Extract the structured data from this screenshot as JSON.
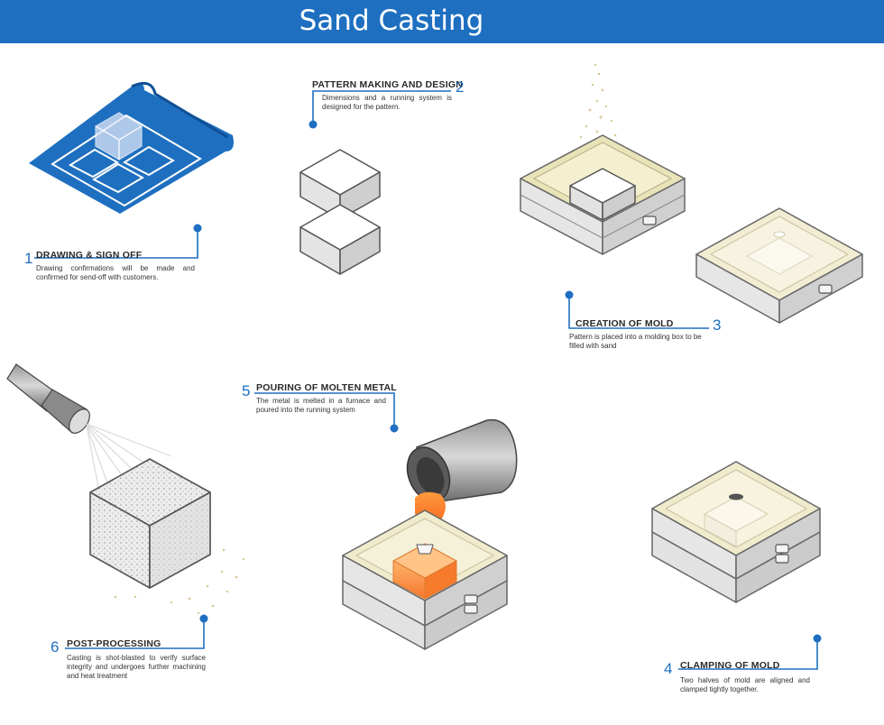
{
  "title": "Sand Casting",
  "colors": {
    "accent": "#1e6fc0",
    "sand": "#efe9c8",
    "metal": "#f26522",
    "box": "#e8e8e8"
  },
  "steps": [
    {
      "number": "1",
      "title": "DRAWING & SIGN OFF",
      "description": "Drawing confirmations will be made and confirmed for send-off with customers."
    },
    {
      "number": "2",
      "title": "PATTERN MAKING AND DESIGN",
      "description": "Dimensions and a running system is designed for the pattern."
    },
    {
      "number": "3",
      "title": "CREATION OF MOLD",
      "description": "Pattern is placed into a molding box to be filled with sand"
    },
    {
      "number": "4",
      "title": "CLAMPING OF MOLD",
      "description": "Two halves of mold are aligned and clamped tightly together."
    },
    {
      "number": "5",
      "title": "POURING OF MOLTEN METAL",
      "description": "The metal is melted in a furnace and poured into the running system"
    },
    {
      "number": "6",
      "title": "POST-PROCESSING",
      "description": "Casting is shot-blasted to verify surface integrity and undergoes further machining and heat treatment"
    }
  ],
  "icons": [
    "blueprint-icon",
    "pattern-blocks-icon",
    "sand-filled-box-icon",
    "mold-box-icon",
    "clamped-mold-icon",
    "ladle-icon",
    "blaster-nozzle-icon",
    "casting-cube-icon"
  ]
}
